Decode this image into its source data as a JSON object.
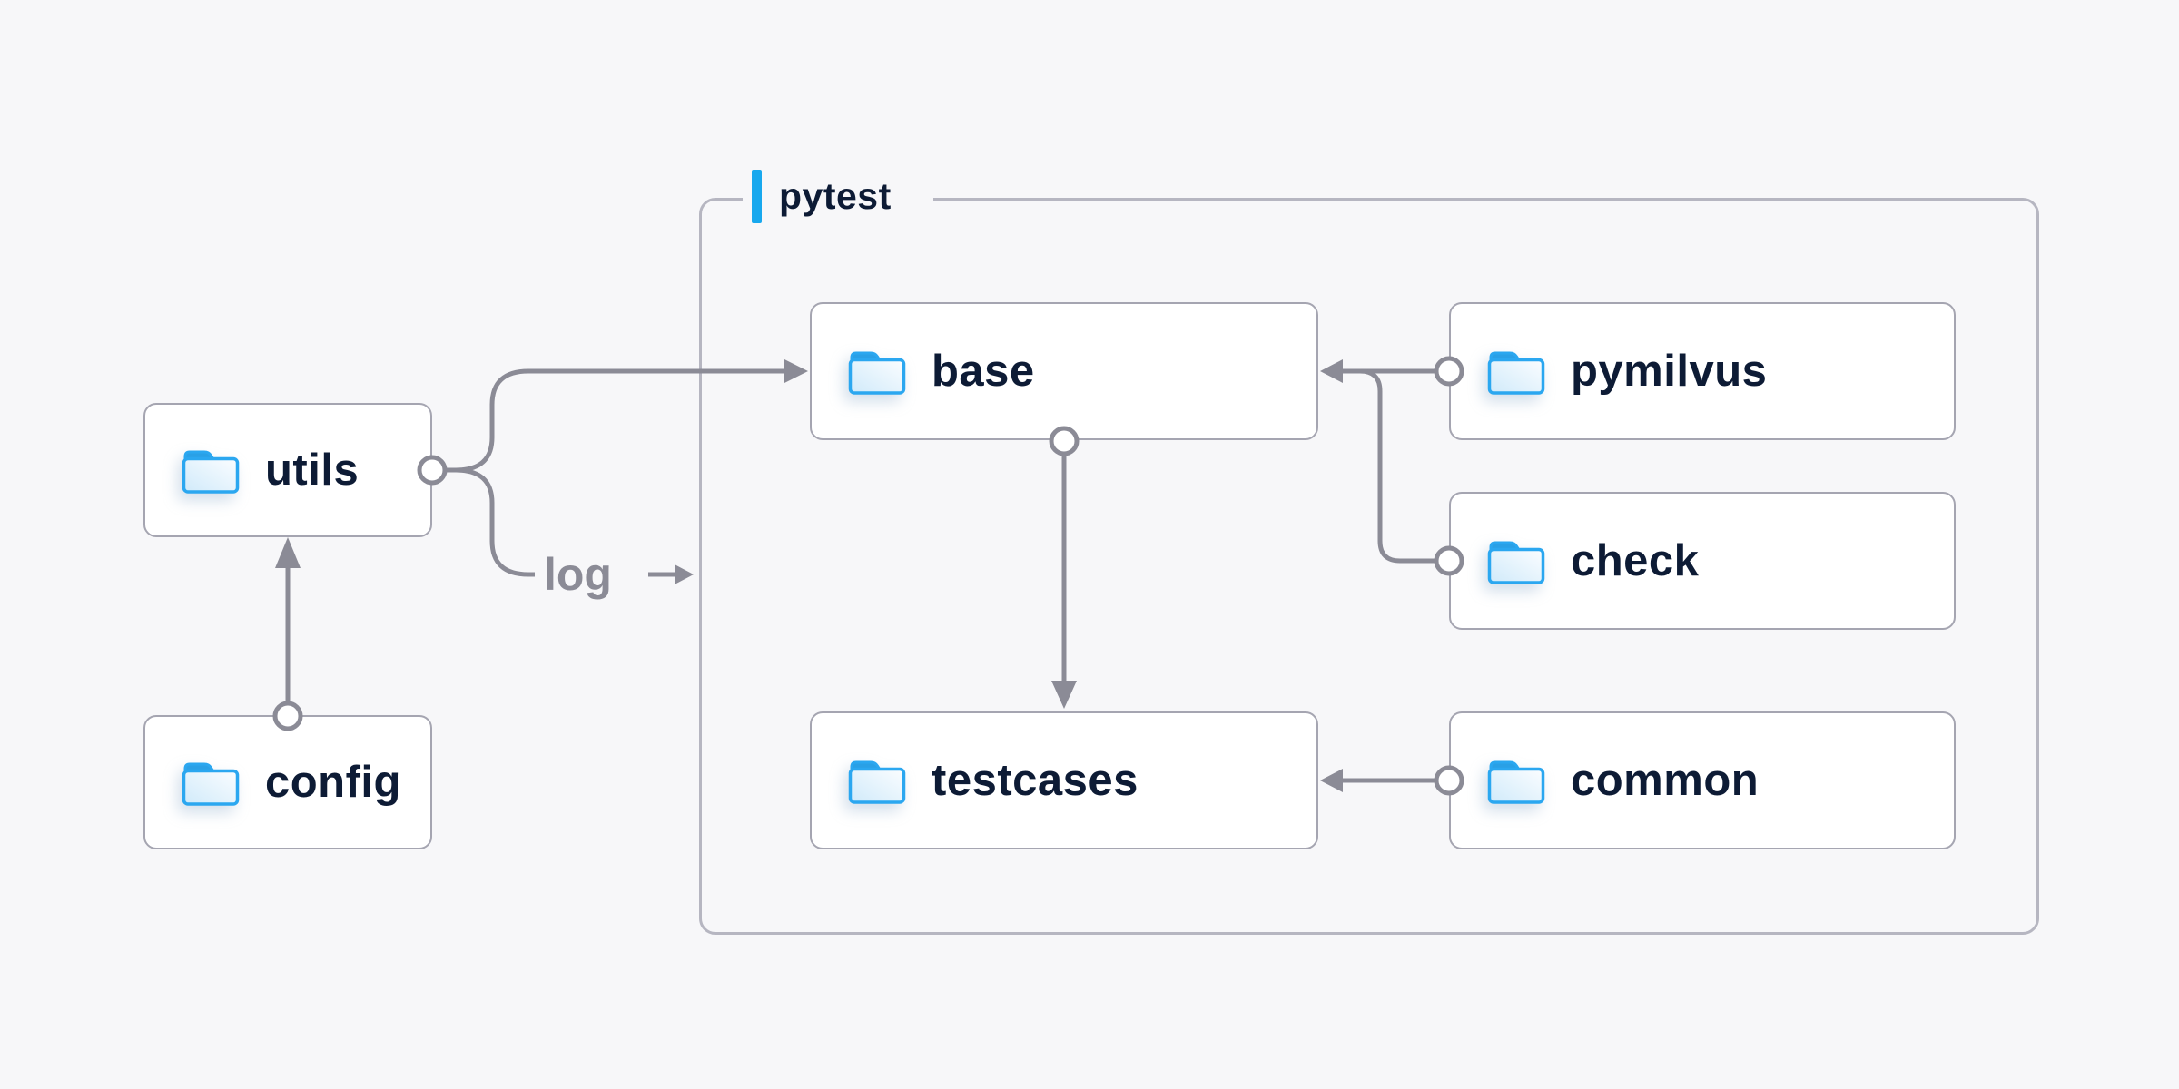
{
  "diagram": {
    "title_group": {
      "label": "pytest"
    },
    "nodes": [
      {
        "id": "utils",
        "label": "utils",
        "group": null
      },
      {
        "id": "config",
        "label": "config",
        "group": null
      },
      {
        "id": "base",
        "label": "base",
        "group": "pytest"
      },
      {
        "id": "pymilvus",
        "label": "pymilvus",
        "group": "pytest"
      },
      {
        "id": "check",
        "label": "check",
        "group": "pytest"
      },
      {
        "id": "testcases",
        "label": "testcases",
        "group": "pytest"
      },
      {
        "id": "common",
        "label": "common",
        "group": "pytest"
      }
    ],
    "edge_label": "log",
    "edges": [
      {
        "from": "config",
        "to": "utils"
      },
      {
        "from": "utils",
        "to": "base"
      },
      {
        "from": "utils",
        "to": "log",
        "label": "log"
      },
      {
        "from": "pymilvus",
        "to": "base"
      },
      {
        "from": "check",
        "to": "base"
      },
      {
        "from": "base",
        "to": "testcases"
      },
      {
        "from": "common",
        "to": "testcases"
      }
    ],
    "colors": {
      "background": "#f7f7f9",
      "node_fill": "#ffffff",
      "node_border": "#a5a5b1",
      "group_border": "#b6b6c1",
      "connector": "#8b8b96",
      "text_dark": "#0d1b35",
      "text_gray": "#8b8b96",
      "accent_blue": "#18a8ee",
      "folder_stroke": "#2ba7f0",
      "folder_tab": "#2aa0e6"
    }
  }
}
